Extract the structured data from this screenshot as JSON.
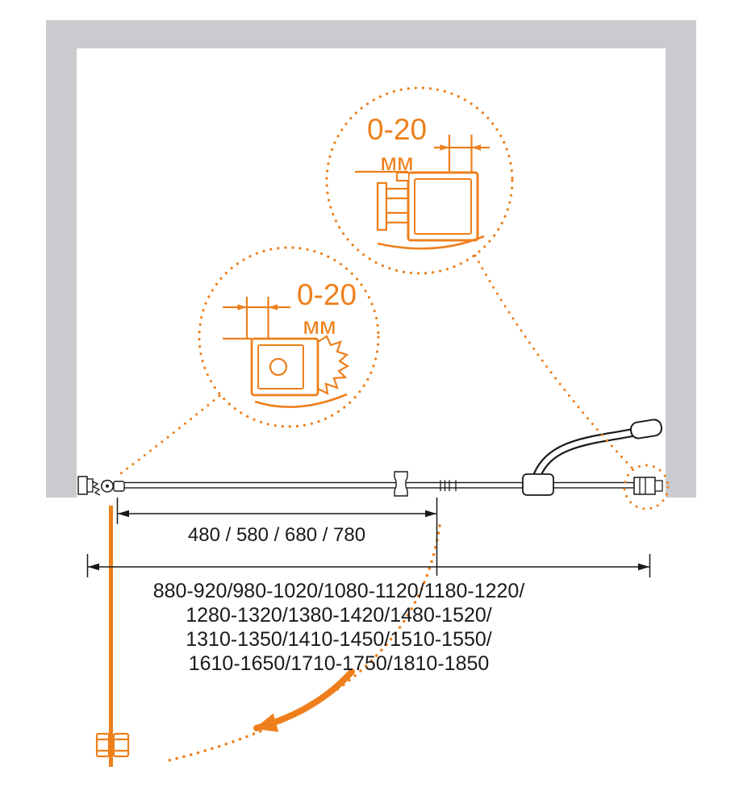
{
  "detail_callouts": {
    "top": {
      "value": "0-20",
      "unit": "мм"
    },
    "left": {
      "value": "0-20",
      "unit": "мм"
    }
  },
  "dimensions": {
    "door_width_label": "480 / 580 / 680 / 780",
    "overall_width_lines": [
      "880-920/980-1020/1080-1120/1180-1220/",
      "1280-1320/1380-1420/1480-1520/",
      "1310-1350/1410-1450/1510-1550/",
      "1610-1650/1710-1750/1810-1850"
    ]
  },
  "colors": {
    "accent_orange": "#ee7f1c",
    "wall_gray": "#c9cbce",
    "line_black": "#1a1a1a"
  }
}
